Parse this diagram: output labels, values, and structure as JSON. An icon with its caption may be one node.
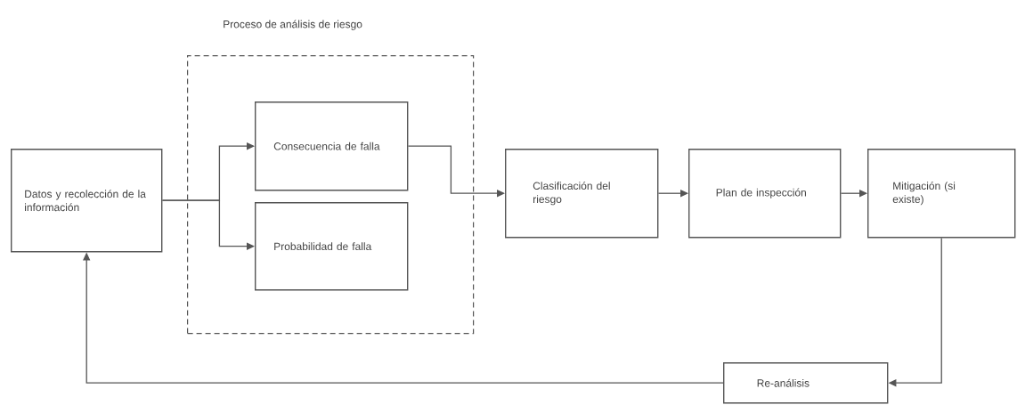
{
  "diagram": {
    "nodes": [
      {
        "text": [
          "Datos y recolección de la información"
        ]
      },
      {
        "text": [
          "Proceso de análisis de riesgo"
        ]
      },
      {
        "text": [
          "Consecuencia de falla"
        ],
        "in": 1
      },
      {
        "text": [
          "Probabilidad de falla"
        ],
        "in": 1
      },
      {
        "text": [
          "Clasificación del riesgo"
        ]
      },
      {
        "text": [
          "Plan de inspección"
        ]
      },
      {
        "text": [
          "Mitigación (si existe)"
        ]
      },
      {
        "text": [
          "Re-análisis"
        ]
      }
    ],
    "edges": [
      {
        "from": 0,
        "to": 2,
        "arrow": "to"
      },
      {
        "from": 0,
        "to": 3,
        "arrow": "to"
      },
      {
        "from": 2,
        "to": 4,
        "arrow": "to"
      },
      {
        "from": 4,
        "to": 5,
        "arrow": "to"
      },
      {
        "from": 5,
        "to": 6,
        "arrow": "to"
      },
      {
        "from": 6,
        "to": 7,
        "arrow": "to"
      },
      {
        "from": 7,
        "to": 0,
        "arrow": "to"
      }
    ]
  }
}
